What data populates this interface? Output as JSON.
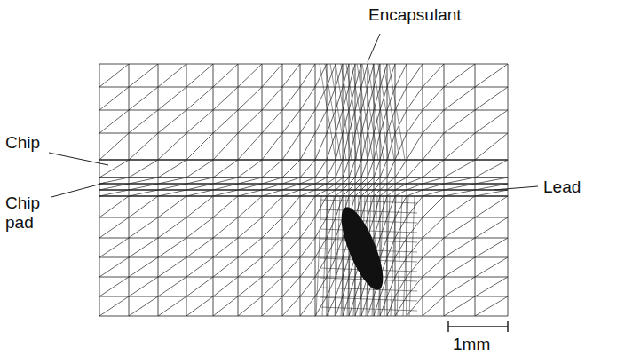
{
  "diagram": {
    "labels": [
      "Encapsulant",
      "Chip",
      "Chip pad",
      "Lead",
      "1mm"
    ]
  }
}
